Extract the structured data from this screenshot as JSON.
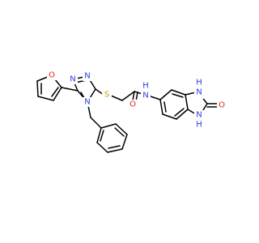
{
  "diagram": {
    "type": "chemical-structure",
    "colors": {
      "bond": "#000000",
      "N": "#2f3bd9",
      "O": "#e32612",
      "S": "#bfa20d",
      "background": "#ffffff"
    },
    "labels": {
      "triazole_n1": "N",
      "triazole_n2": "N",
      "triazole_n4": "N",
      "furan_o": "O",
      "thioether_s": "S",
      "amide_o": "O",
      "amide_nh": "N",
      "amide_h": "H",
      "imidazole_n1": "N",
      "imidazole_h1": "H",
      "imidazole_n3": "N",
      "imidazole_h3": "H",
      "urea_o": "O"
    }
  }
}
